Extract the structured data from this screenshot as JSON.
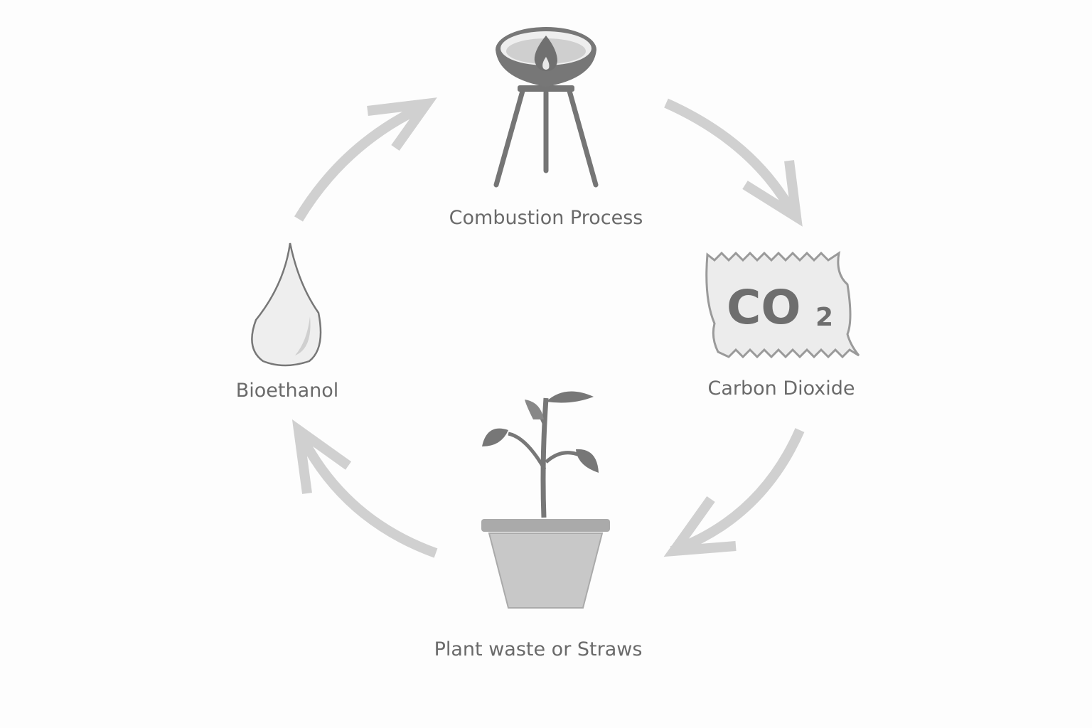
{
  "title": "Bioethanol carbon cycle",
  "nodes": {
    "combustion": "Combustion Process",
    "co2": "Carbon Dioxide",
    "plant": "Plant waste or Straws",
    "bioethanol": "Bioethanol"
  },
  "co2_symbol": {
    "main": "CO",
    "sub": "2"
  },
  "colors": {
    "arrow": "#cfcfcf",
    "icon": "#6e6e6e",
    "text": "#6a6a6a"
  }
}
